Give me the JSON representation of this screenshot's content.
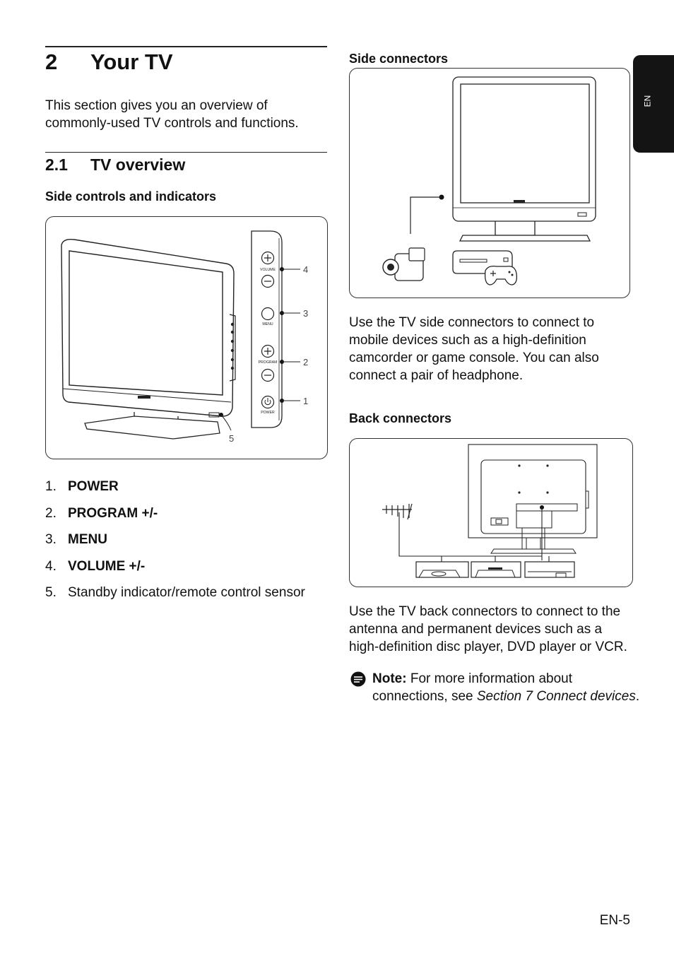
{
  "chapter": {
    "number": "2",
    "title": "Your TV"
  },
  "intro": "This section gives you an overview of commonly-used TV controls and functions.",
  "section": {
    "number": "2.1",
    "title": "TV overview"
  },
  "side_controls": {
    "heading": "Side controls and indicators",
    "panel_labels": {
      "volume": "VOLUME",
      "menu": "MENU",
      "program": "PROGRAM",
      "power": "POWER"
    },
    "callouts": [
      "4",
      "3",
      "2",
      "1",
      "5"
    ]
  },
  "controls_list": [
    {
      "num": "1.",
      "text": "POWER",
      "bold": true
    },
    {
      "num": "2.",
      "text": "PROGRAM +/-",
      "bold": true
    },
    {
      "num": "3.",
      "text": "MENU",
      "bold": true
    },
    {
      "num": "4.",
      "text": "VOLUME +/-",
      "bold": true
    },
    {
      "num": "5.",
      "text": "Standby indicator/remote control sensor",
      "bold": false
    }
  ],
  "side_connectors": {
    "heading": "Side connectors",
    "text": "Use the TV side connectors to connect to mobile devices such as a high-definition camcorder or game console. You can also connect a pair of headphone."
  },
  "back_connectors": {
    "heading": "Back connectors",
    "text": "Use the TV back connectors to connect to the antenna and permanent devices such as a high-definition disc player, DVD player or VCR."
  },
  "note": {
    "label": "Note:",
    "text_before": " For more information about connections, see ",
    "ref": "Section 7 Connect devices",
    "text_after": "."
  },
  "lang_tab": "EN",
  "page_number": "EN-5"
}
